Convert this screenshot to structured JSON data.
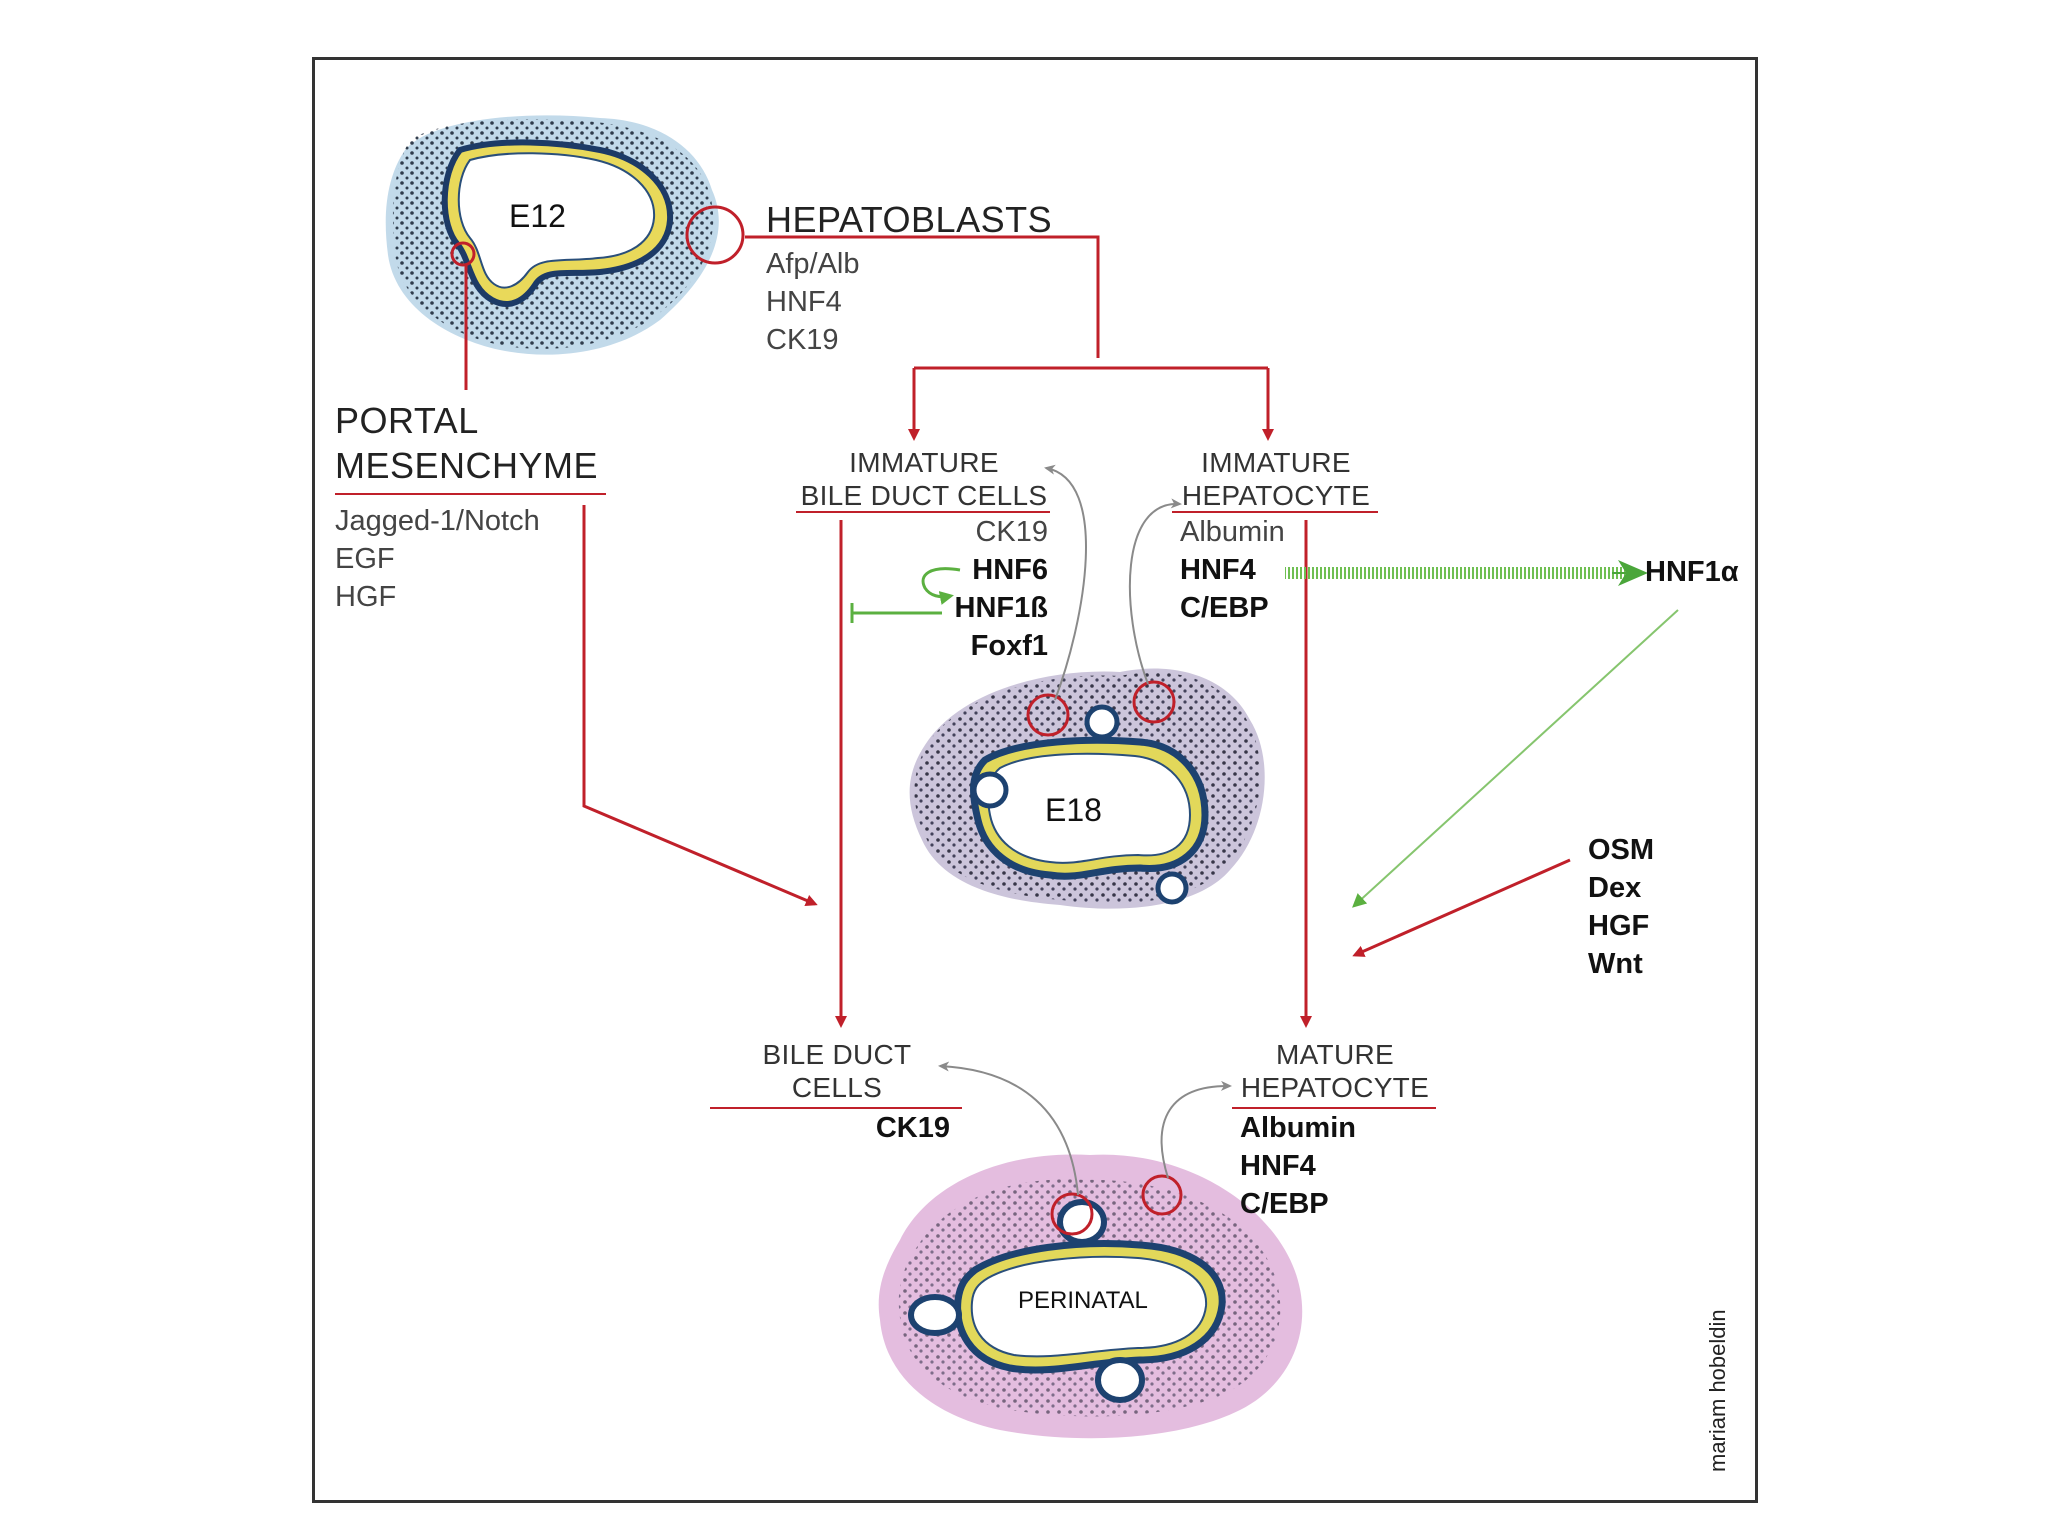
{
  "stages": {
    "e12": "E12",
    "e18": "E18",
    "perinatal": "PERINATAL"
  },
  "hepatoblasts": {
    "title": "HEPATOBLASTS",
    "markers": [
      "Afp/Alb",
      "HNF4",
      "CK19"
    ]
  },
  "portal_mesenchyme": {
    "title_line1": "PORTAL",
    "title_line2": "MESENCHYME",
    "signals": [
      "Jagged-1/Notch",
      "EGF",
      "HGF"
    ]
  },
  "immature_bile_duct": {
    "line1": "IMMATURE",
    "line2": "BILE DUCT CELLS",
    "thin_marker": "CK19",
    "bold_markers": [
      "HNF6",
      "HNF1ß",
      "Foxf1"
    ]
  },
  "immature_hepatocyte": {
    "line1": "IMMATURE",
    "line2": "HEPATOCYTE",
    "thin_marker": "Albumin",
    "bold_markers": [
      "HNF4",
      "C/EBP"
    ]
  },
  "hnf1a": "HNF1α",
  "maturation_factors": [
    "OSM",
    "Dex",
    "HGF",
    "Wnt"
  ],
  "bile_duct_cells": {
    "line1": "BILE DUCT",
    "line2": "CELLS",
    "bold_markers": [
      "CK19"
    ]
  },
  "mature_hepatocyte": {
    "line1": "MATURE",
    "line2": "HEPATOCYTE",
    "bold_markers": [
      "Albumin",
      "HNF4",
      "C/EBP"
    ]
  },
  "signature": "mariam hobeldin",
  "colors": {
    "arrow_red": "#c0202a",
    "arrow_green": "#5bb040",
    "arrow_gray": "#8a8a8a",
    "e12_wash": "#8fbcd8",
    "e18_wash": "#8e7fb0",
    "perinatal_wash": "#c97bc0"
  }
}
